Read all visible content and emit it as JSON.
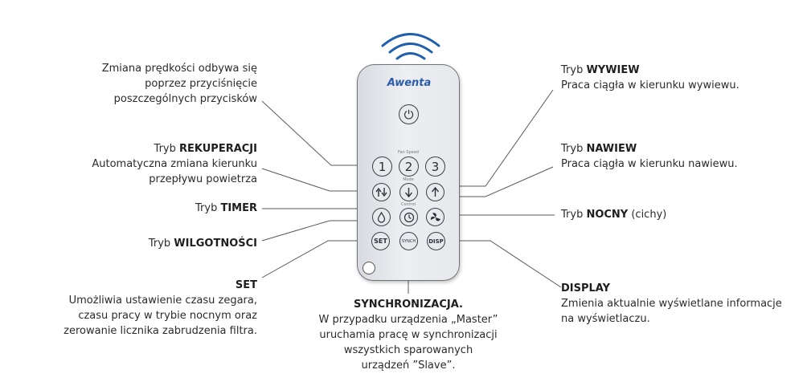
{
  "remote": {
    "brand": "Awenta",
    "fan_speed_label": "Fan Speed",
    "mode_label": "Mode",
    "control_label": "Control",
    "buttons": {
      "power": "⏻",
      "speed1": "1",
      "speed2": "2",
      "speed3": "3",
      "set": "SET",
      "synch": "SYNCH",
      "disp": "DISP"
    }
  },
  "labels": {
    "speed": {
      "line1": "Zmiana prędkości odbywa się",
      "line2": "poprzez przyciśnięcie",
      "line3": "poszczególnych przycisków"
    },
    "rekuperacja": {
      "prefix": "Tryb ",
      "title": "REKUPERACJI",
      "line1": "Automatyczna zmiana kierunku",
      "line2": "przepływu powietrza"
    },
    "timer": {
      "prefix": "Tryb ",
      "title": "TIMER"
    },
    "wilgotnosc": {
      "prefix": "Tryb ",
      "title": "WILGOTNOŚCI"
    },
    "set": {
      "title": "SET",
      "line1": "Umożliwia ustawienie czasu zegara,",
      "line2": "czasu pracy w trybie nocnym oraz",
      "line3": "zerowanie licznika zabrudzenia filtra."
    },
    "synchronizacja": {
      "title": "SYNCHRONIZACJA.",
      "line1": "W przypadku urządzenia „Master”",
      "line2": "uruchamia pracę w synchronizacji",
      "line3": "wszystkich sparowanych",
      "line4": "urządzeń ”Slave”."
    },
    "wywiew": {
      "prefix": "Tryb ",
      "title": "WYWIEW",
      "line1": "Praca ciągła w kierunku wywiewu."
    },
    "nawiew": {
      "prefix": "Tryb ",
      "title": "NAWIEW",
      "line1": "Praca ciągła w kierunku nawiewu."
    },
    "nocny": {
      "prefix": "Tryb ",
      "title": "NOCNY",
      "suffix": " (cichy)"
    },
    "display": {
      "title": "DISPLAY",
      "line1": "Zmienia aktualnie wyświetlane informacje",
      "line2": "na wyświetlaczu."
    }
  },
  "colors": {
    "signal": "#1f5fae",
    "brand": "#2a5caa",
    "line": "#5a5a5a"
  }
}
